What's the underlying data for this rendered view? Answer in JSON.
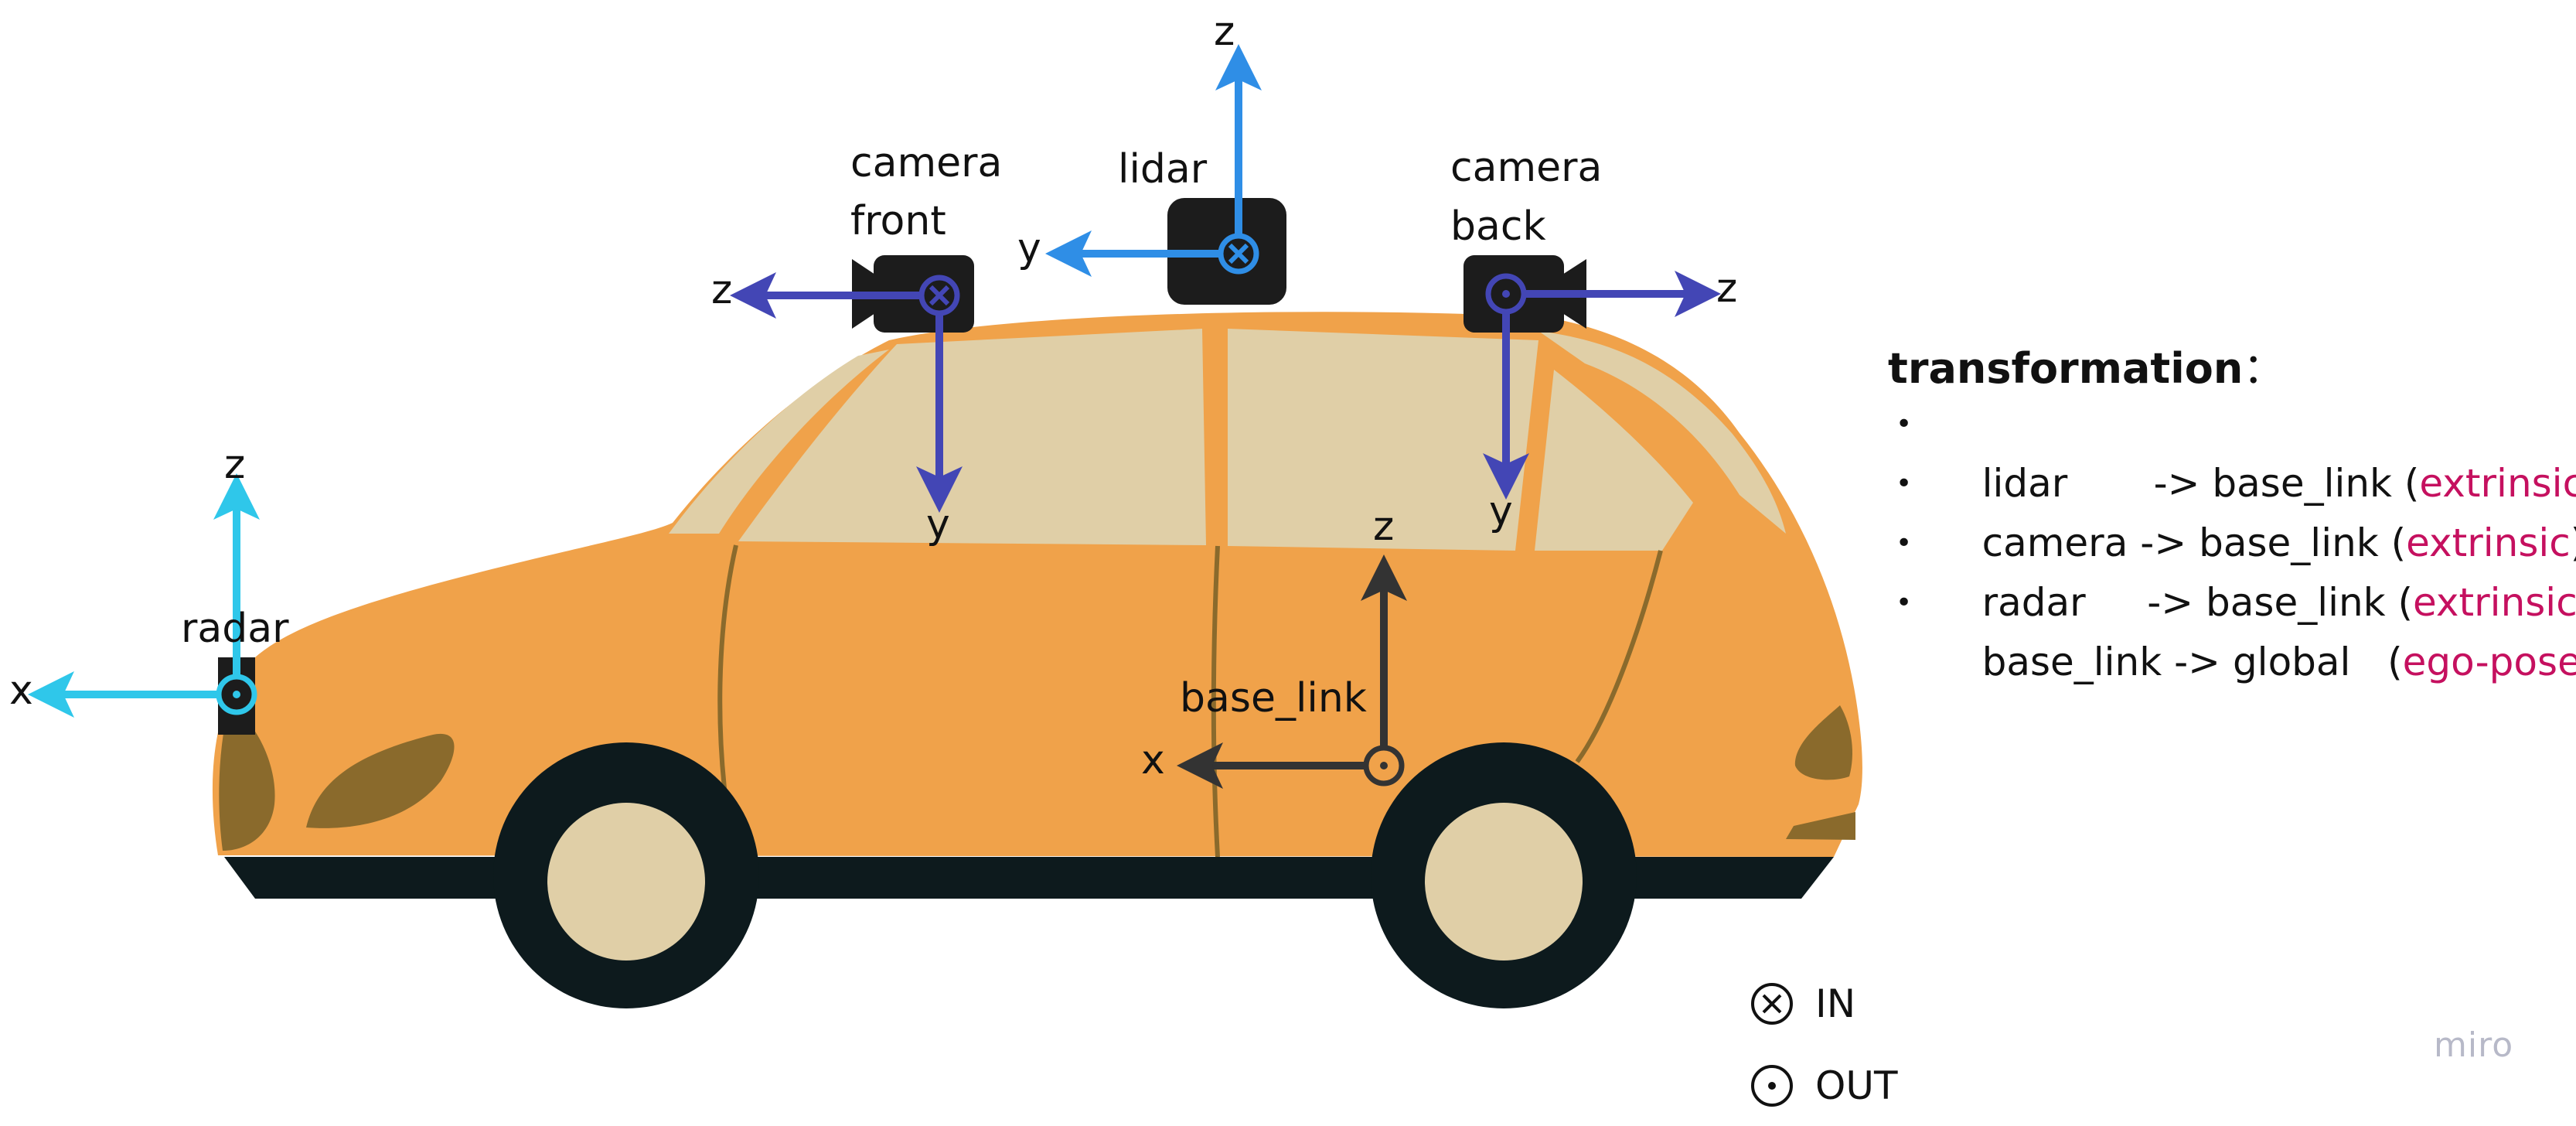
{
  "sensors": {
    "lidar": {
      "label": "lidar",
      "axes": {
        "z": "z",
        "y": "y"
      }
    },
    "camera_front": {
      "label_line1": "camera",
      "label_line2": "front",
      "axes": {
        "z": "z",
        "y": "y"
      }
    },
    "camera_back": {
      "label_line1": "camera",
      "label_line2": "back",
      "axes": {
        "z": "z",
        "y": "y"
      }
    },
    "radar": {
      "label": "radar",
      "axes": {
        "z": "z",
        "x": "x"
      }
    },
    "base_link": {
      "label": "base_link",
      "axes": {
        "z": "z",
        "x": "x"
      }
    }
  },
  "transformation": {
    "title": "transformation",
    "colon": "：",
    "items": [
      {
        "source": "lidar",
        "spacer": "       ",
        "target": "-> base_link (",
        "tag": "extrinsic",
        "close": ")"
      },
      {
        "source": "camera",
        "spacer": " ",
        "target": "-> base_link (",
        "tag": "extrinsic",
        "close": ")"
      },
      {
        "source": "radar",
        "spacer": "     ",
        "target": "-> base_link (",
        "tag": "extrinsic",
        "close": ")"
      },
      {
        "source": "base_link",
        "spacer": " ",
        "target": "-> global   (",
        "tag": "ego-pose",
        "close": ")"
      }
    ]
  },
  "legend": {
    "in_label": "IN",
    "out_label": "OUT"
  },
  "watermark": "miro",
  "colors": {
    "car_body": "#f0a24a",
    "car_window": "#e0cfa7",
    "tire": "#0d1a1d",
    "axis_lidar": "#2f8ee6",
    "axis_camera": "#4346b5",
    "axis_radar": "#2fc7ea",
    "axis_base": "#333333",
    "highlight": "#c5105f"
  }
}
